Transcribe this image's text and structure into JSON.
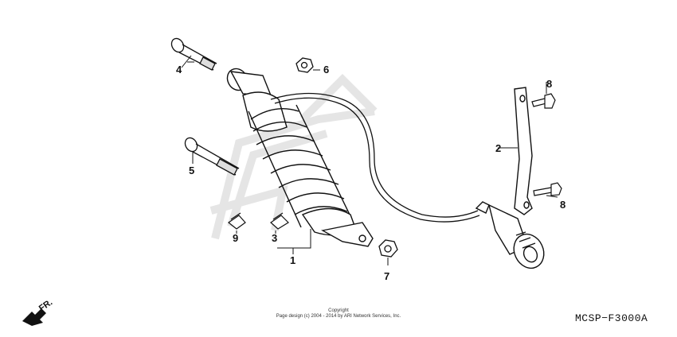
{
  "callouts": {
    "c1": "1",
    "c2": "2",
    "c3": "3",
    "c4": "4",
    "c5": "5",
    "c6": "6",
    "c7": "7",
    "c8a": "8",
    "c8b": "8",
    "c9": "9"
  },
  "direction_label": "FR.",
  "copyright": {
    "line1": "Copyright",
    "line2": "Page design (c) 2004 - 2014 by ARI Network Services, Inc."
  },
  "diagram_code": "MCSP−F3000A",
  "watermark_color": "#e6e6e6"
}
